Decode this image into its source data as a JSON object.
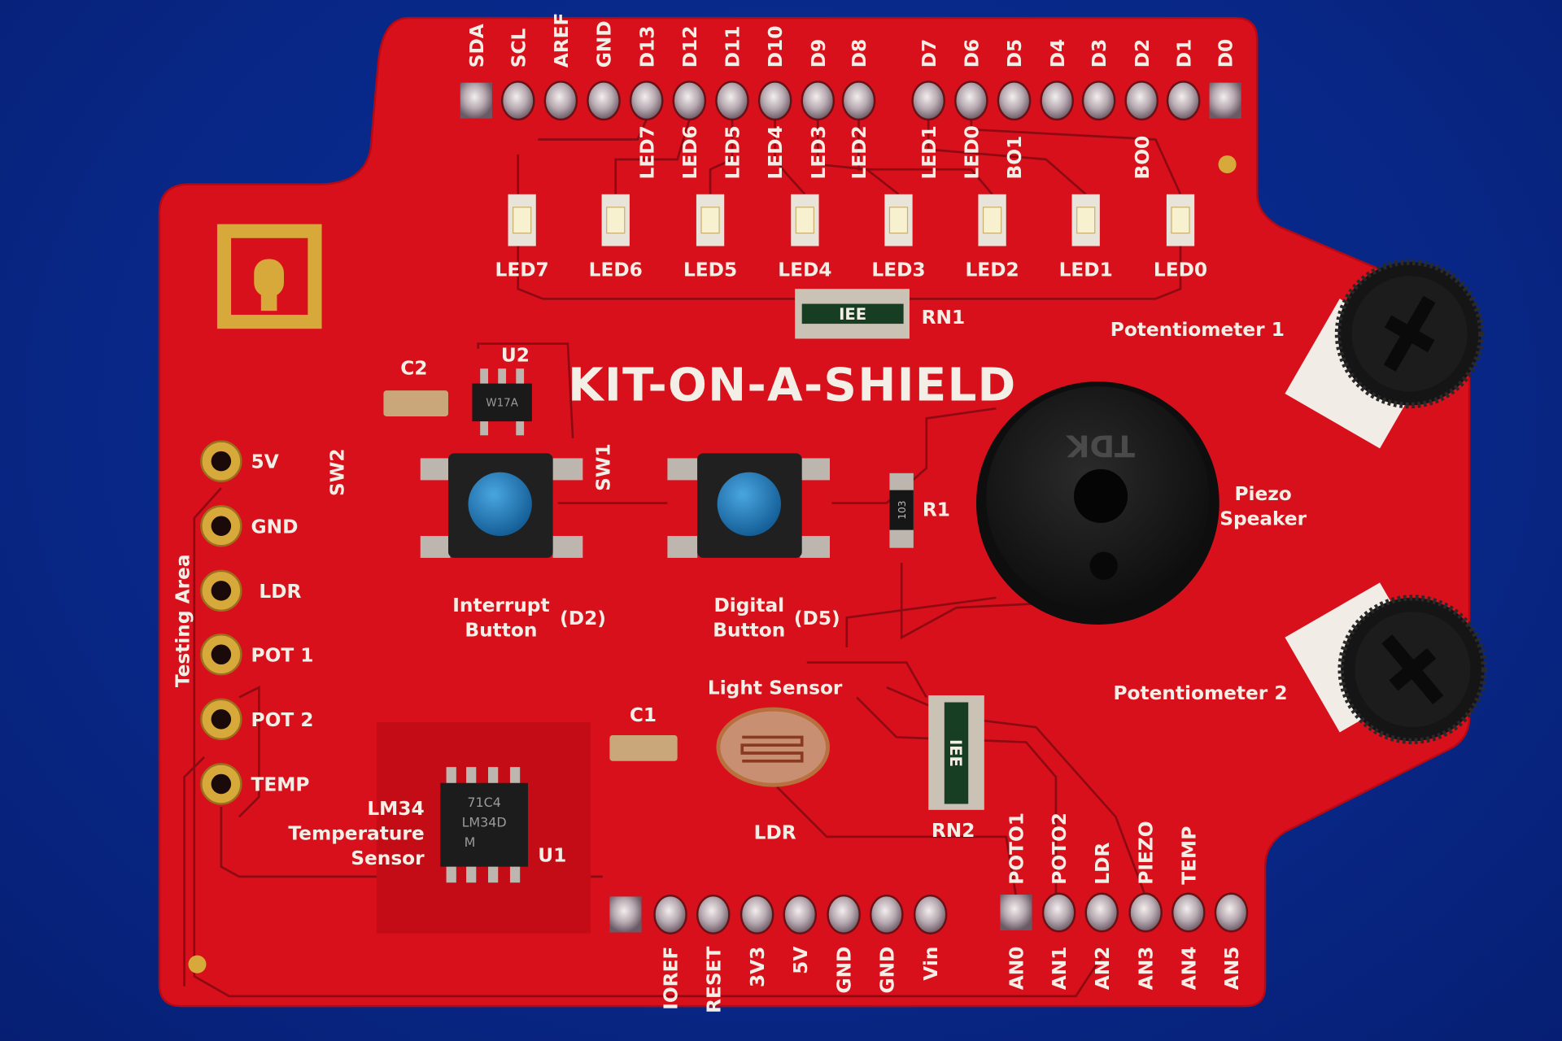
{
  "board": {
    "title": "KIT-ON-A-SHIELD",
    "colors": {
      "background": "#0b3196",
      "pcb": "#d8101c",
      "silkscreen": "#f4efe6",
      "button_cap": "#1f7fc0",
      "gold": "#d7a93a"
    },
    "header_top": [
      "SDA",
      "SCL",
      "AREF",
      "GND",
      "D13",
      "D12",
      "D11",
      "D10",
      "D9",
      "D8",
      "D7",
      "D6",
      "D5",
      "D4",
      "D3",
      "D2",
      "D1",
      "D0"
    ],
    "trace_labels": [
      "LED7",
      "LED6",
      "LED5",
      "LED4",
      "LED3",
      "LED2",
      "LED1",
      "LED0",
      "BO1",
      "BO0"
    ],
    "leds": [
      "LED7",
      "LED6",
      "LED5",
      "LED4",
      "LED3",
      "LED2",
      "LED1",
      "LED0"
    ],
    "rn1": "RN1",
    "rn2": "RN2",
    "rn_marking": "IEE",
    "pot1": "Potentiometer 1",
    "pot2": "Potentiometer 2",
    "c2": "C2",
    "u2": "U2",
    "u2_marking": "W17A",
    "sw2": "SW2",
    "sw1": "SW1",
    "interrupt_button": [
      "Interrupt",
      "Button"
    ],
    "interrupt_pin": "(D2)",
    "digital_button": [
      "Digital",
      "Button"
    ],
    "digital_pin": "(D5)",
    "r1": "R1",
    "r1_marking": "103",
    "piezo": [
      "Piezo",
      "Speaker"
    ],
    "piezo_marking": "TDK",
    "light_sensor": "Light Sensor",
    "ldr": "LDR",
    "c1": "C1",
    "lm34": [
      "LM34",
      "Temperature",
      "Sensor"
    ],
    "u1": "U1",
    "u1_marking": [
      "71C4",
      "LM34D",
      "M"
    ],
    "testing_area": {
      "title": "Testing Area",
      "pads": [
        "5V",
        "GND",
        "LDR",
        "POT 1",
        "POT 2",
        "TEMP"
      ]
    },
    "header_bottom_power": [
      "IOREF",
      "RESET",
      "3V3",
      "5V",
      "GND",
      "GND",
      "Vin"
    ],
    "header_bottom_analog": [
      "AN0",
      "AN1",
      "AN2",
      "AN3",
      "AN4",
      "AN5"
    ],
    "analog_signal_labels": [
      "POTO1",
      "POTO2",
      "LDR",
      "PIEZO",
      "TEMP"
    ]
  }
}
